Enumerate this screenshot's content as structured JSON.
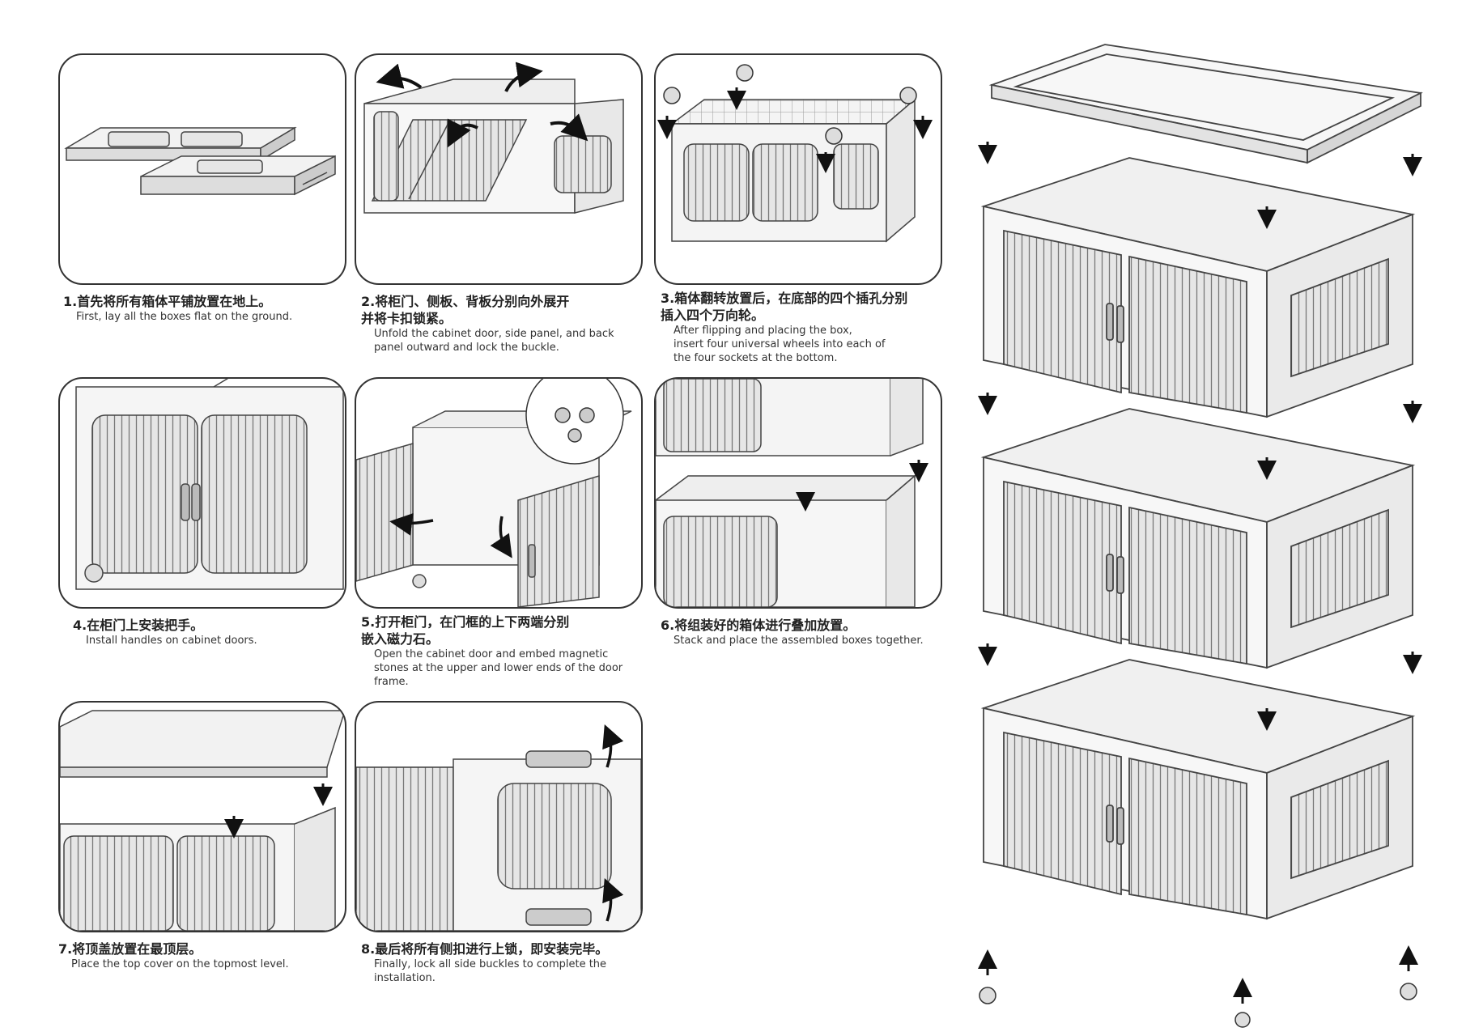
{
  "steps": [
    {
      "zh": "1.首先将所有箱体平铺放置在地上。",
      "en": "First, lay all the boxes flat on the ground."
    },
    {
      "zh": "2.将柜门、侧板、背板分别向外展开\n并将卡扣锁紧。",
      "en": "Unfold the cabinet door, side panel, and back\npanel outward and lock the buckle."
    },
    {
      "zh": "3.箱体翻转放置后，在底部的四个插孔分别\n插入四个万向轮。",
      "en": "After flipping and placing the box,\ninsert four universal wheels into each of\nthe four sockets at the bottom."
    },
    {
      "zh": "4.在柜门上安装把手。",
      "en": "Install handles on cabinet doors."
    },
    {
      "zh": "5.打开柜门，在门框的上下两端分别\n嵌入磁力石。",
      "en": "Open the cabinet door and embed magnetic\nstones at the upper and lower ends of the door\nframe."
    },
    {
      "zh": "6.将组装好的箱体进行叠加放置。",
      "en": "Stack and place the assembled boxes together."
    },
    {
      "zh": "7.将顶盖放置在最顶层。",
      "en": "Place the top cover on the topmost level."
    },
    {
      "zh": "8.最后将所有侧扣进行上锁，即安装完毕。",
      "en": "Finally, lock all side buckles to complete the\ninstallation."
    }
  ]
}
